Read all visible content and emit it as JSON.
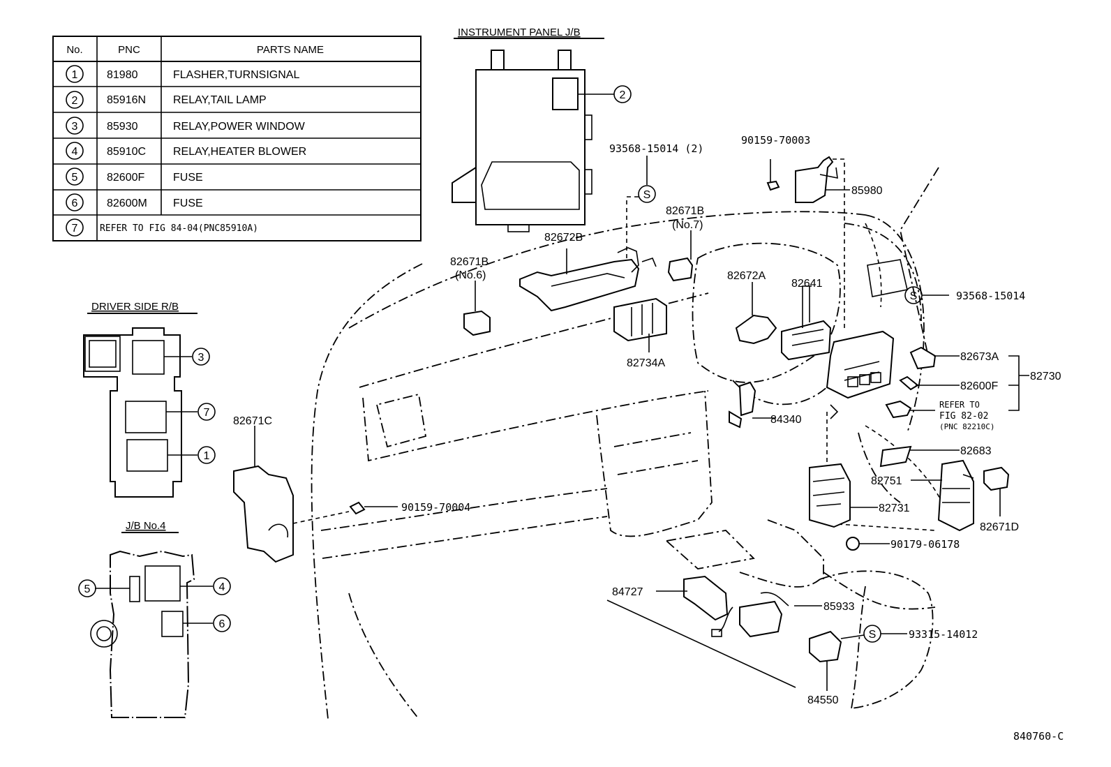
{
  "parts_table": {
    "headers": [
      "No.",
      "PNC",
      "PARTS NAME"
    ],
    "rows": [
      {
        "no": "1",
        "pnc": "81980",
        "name": "FLASHER,TURNSIGNAL"
      },
      {
        "no": "2",
        "pnc": "85916N",
        "name": "RELAY,TAIL LAMP"
      },
      {
        "no": "3",
        "pnc": "85930",
        "name": "RELAY,POWER WINDOW"
      },
      {
        "no": "4",
        "pnc": "85910C",
        "name": "RELAY,HEATER BLOWER"
      },
      {
        "no": "5",
        "pnc": "82600F",
        "name": "FUSE"
      },
      {
        "no": "6",
        "pnc": "82600M",
        "name": "FUSE"
      },
      {
        "no": "7",
        "refer": "REFER TO FIG 84-04(PNC85910A)"
      }
    ]
  },
  "captions": {
    "instrument_panel_jb": "INSTRUMENT PANEL J/B",
    "driver_side_rb": "DRIVER SIDE R/B",
    "jb_no4": "J/B No.4"
  },
  "bolt_marker": "S",
  "callouts": {
    "p93568_15014_2": "93568-15014 (2)",
    "p90159_70003": "90159-70003",
    "p85980": "85980",
    "p82671b_1": "82671B",
    "no7": "(No.7)",
    "p82672b": "82672B",
    "p82671b_2": "82671B",
    "no6": "(No.6)",
    "p82672a": "82672A",
    "p82641": "82641",
    "p93568_15014": "93568-15014",
    "p82734a": "82734A",
    "p82673a": "82673A",
    "p82600f": "82600F",
    "p82730": "82730",
    "refer_to": "REFER TO",
    "fig_82_02": "FIG 82-02",
    "pnc_82210c": "(PNC 82210C)",
    "p84340": "84340",
    "p82683": "82683",
    "p82671c": "82671C",
    "p82751": "82751",
    "p82731": "82731",
    "p82671d": "82671D",
    "p90159_70004": "90159-70004",
    "p90179_06178": "90179-06178",
    "p84727": "84727",
    "p85933": "85933",
    "p93315_14012": "93315-14012",
    "p84550": "84550"
  },
  "figure_code": "840760-C"
}
